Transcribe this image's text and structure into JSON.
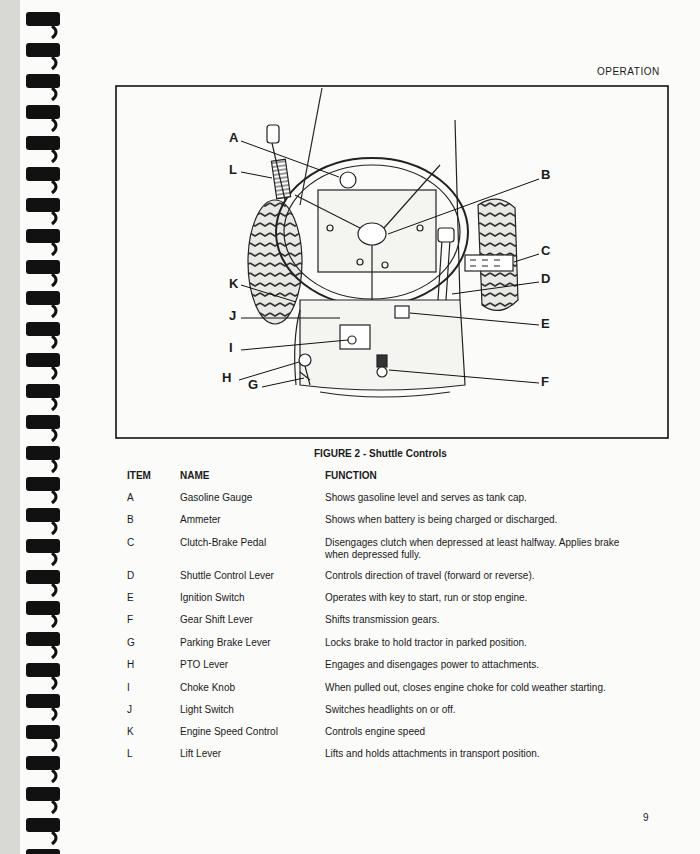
{
  "diagram": {
    "caption": "FIGURE 2 - Shuttle Controls",
    "labels": [
      "OPERATION",
      "A",
      "L",
      "B",
      "C",
      "K",
      "D",
      "J",
      "E",
      "I",
      "H",
      "G",
      "F",
      "ITEM",
      "NAME",
      "FUNCTION",
      "A",
      "Gasoline Gauge",
      "Shows gasoline level and serves as tank cap.",
      "B",
      "Ammeter",
      "Shows when battery is being charged or discharged.",
      "C",
      "Clutch-Brake Pedal",
      "Disengages clutch when depressed at least halfway. Applies brake when depressed fully.",
      "D",
      "Shuttle Control Lever",
      "Controls direction of travel (forward or reverse).",
      "E",
      "Ignition Switch",
      "Operates with key to start, run or stop engine.",
      "F",
      "Gear Shift Lever",
      "Shifts transmission gears.",
      "G",
      "Parking Brake Lever",
      "Locks brake to hold tractor in parked position.",
      "H",
      "PTO Lever",
      "Engages and disengages power to attachments.",
      "I",
      "Choke Knob",
      "When pulled out, closes engine choke for cold weather starting.",
      "J",
      "Light Switch",
      "Switches headlights on or off.",
      "K",
      "Engine Speed Control",
      "Controls engine speed",
      "L",
      "Lift Lever",
      "Lifts and holds attachments in transport position.",
      "9"
    ]
  }
}
